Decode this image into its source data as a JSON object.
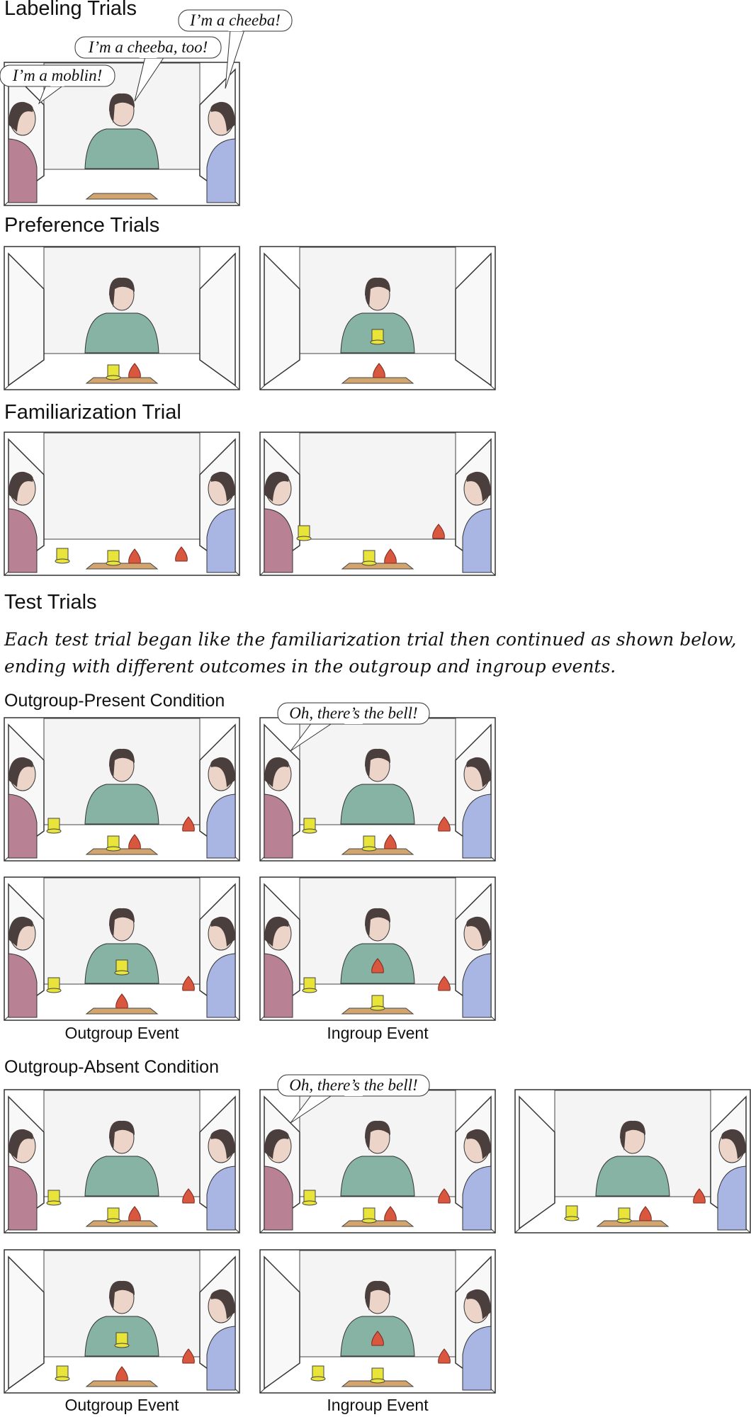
{
  "sections": {
    "labeling": "Labeling Trials",
    "preference": "Preference Trials",
    "familiarization": "Familiarization Trial",
    "test": "Test Trials",
    "outgroup_present": "Outgroup-Present Condition",
    "outgroup_absent": "Outgroup-Absent Condition"
  },
  "test_description": [
    "Each test trial began like the familiarization trial then continued as shown below,",
    "ending with different outcomes in the outgroup and ingroup events."
  ],
  "speech": {
    "moblin": "I’m a moblin!",
    "cheeba_too": "I’m a cheeba, too!",
    "cheeba": "I’m a cheeba!",
    "bell": "Oh, there’s the bell!"
  },
  "captions": {
    "outgroup_event": "Outgroup Event",
    "ingroup_event": "Ingroup Event"
  },
  "colors": {
    "left_shirt": "#b98194",
    "center_shirt": "#86b3a3",
    "right_shirt": "#a9b6e4",
    "hair": "#4a3f3d",
    "skin": "#ecd5c8",
    "cup": "#e9e43a",
    "strawberry": "#d9573f",
    "tray": "#d2a56f",
    "wall": "#f4f4f4"
  }
}
